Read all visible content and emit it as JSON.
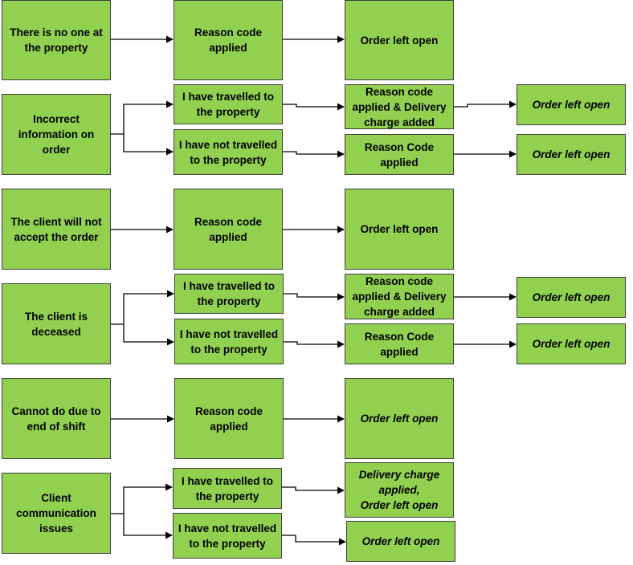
{
  "rows": [
    {
      "cause": "There is no one at the property",
      "steps": [
        "Reason code applied",
        "Order left open"
      ]
    },
    {
      "cause": "Incorrect information on order",
      "branches": [
        {
          "condition": "I have travelled to the property",
          "result": "Reason code applied & Delivery charge added",
          "final": "Order left open"
        },
        {
          "condition": "I have not travelled to the property",
          "result": "Reason Code applied",
          "final": "Order left open"
        }
      ]
    },
    {
      "cause": "The client will not accept the order",
      "steps": [
        "Reason code applied",
        "Order left open"
      ]
    },
    {
      "cause": "The client is deceased",
      "branches": [
        {
          "condition": "I have travelled to the property",
          "result": "Reason code applied & Delivery charge added",
          "final": "Order left open"
        },
        {
          "condition": "I have not travelled to the property",
          "result": "Reason Code applied",
          "final": "Order left open"
        }
      ]
    },
    {
      "cause": "Cannot do due to end of shift",
      "steps": [
        "Reason code applied",
        "Order left open"
      ]
    },
    {
      "cause": "Client communication issues",
      "branches": [
        {
          "condition": "I have travelled to the property",
          "result": "Delivery charge applied,\nOrder left open"
        },
        {
          "condition": "I have not travelled to the property",
          "result": "Order left open"
        }
      ]
    }
  ],
  "colors": {
    "box_fill": "#92d050",
    "box_border": "#3f3f3f",
    "connector": "#000000"
  }
}
